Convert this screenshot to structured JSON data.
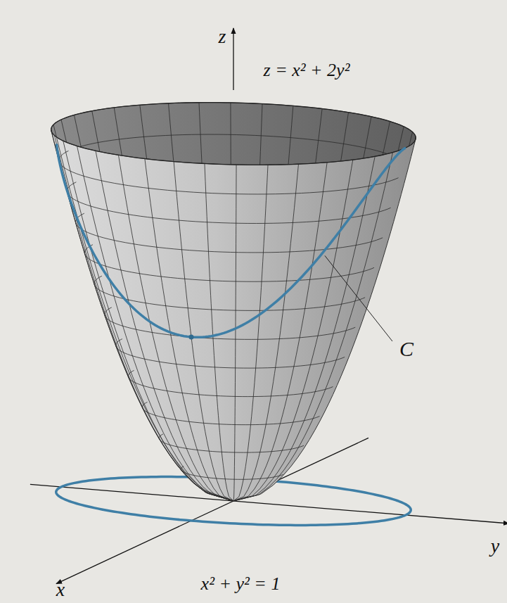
{
  "diagram": {
    "labels": [
      "z",
      "z = x² + 2y²",
      "C",
      "y",
      "x",
      "x² + y² = 1"
    ]
  }
}
